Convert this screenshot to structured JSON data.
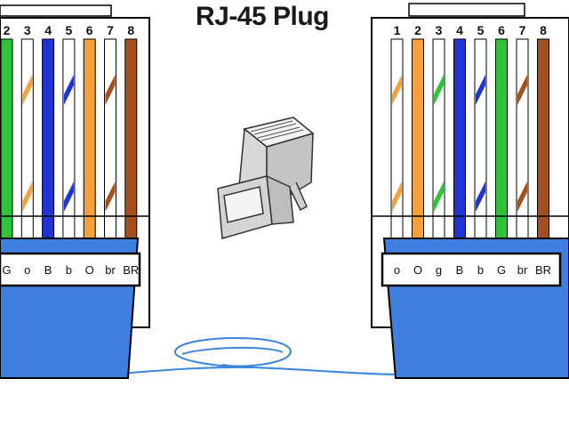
{
  "title": "RJ-45 Plug",
  "colors": {
    "white": "#ffffff",
    "orange": "#f6a03c",
    "green": "#2ec43a",
    "blue": "#1f33d6",
    "brown": "#a3501e",
    "jacket_blue": "#3f7fe0",
    "cable_blue": "#3a86dd",
    "outline": "#000000"
  },
  "left_plug": {
    "pins": [
      "2",
      "3",
      "4",
      "5",
      "6",
      "7",
      "8"
    ],
    "codes": [
      "G",
      "o",
      "B",
      "b",
      "O",
      "br",
      "BR"
    ],
    "wires": [
      {
        "base": "green",
        "stripe": null
      },
      {
        "base": "white",
        "stripe": "orange"
      },
      {
        "base": "blue",
        "stripe": null
      },
      {
        "base": "white",
        "stripe": "blue"
      },
      {
        "base": "orange",
        "stripe": null
      },
      {
        "base": "white",
        "stripe": "brown"
      },
      {
        "base": "brown",
        "stripe": null
      }
    ]
  },
  "right_plug": {
    "pins": [
      "1",
      "2",
      "3",
      "4",
      "5",
      "6",
      "7",
      "8"
    ],
    "codes": [
      "o",
      "O",
      "g",
      "B",
      "b",
      "G",
      "br",
      "BR"
    ],
    "wires": [
      {
        "base": "white",
        "stripe": "orange"
      },
      {
        "base": "orange",
        "stripe": null
      },
      {
        "base": "white",
        "stripe": "green"
      },
      {
        "base": "blue",
        "stripe": null
      },
      {
        "base": "white",
        "stripe": "blue"
      },
      {
        "base": "green",
        "stripe": null
      },
      {
        "base": "white",
        "stripe": "brown"
      },
      {
        "base": "brown",
        "stripe": null
      }
    ]
  }
}
